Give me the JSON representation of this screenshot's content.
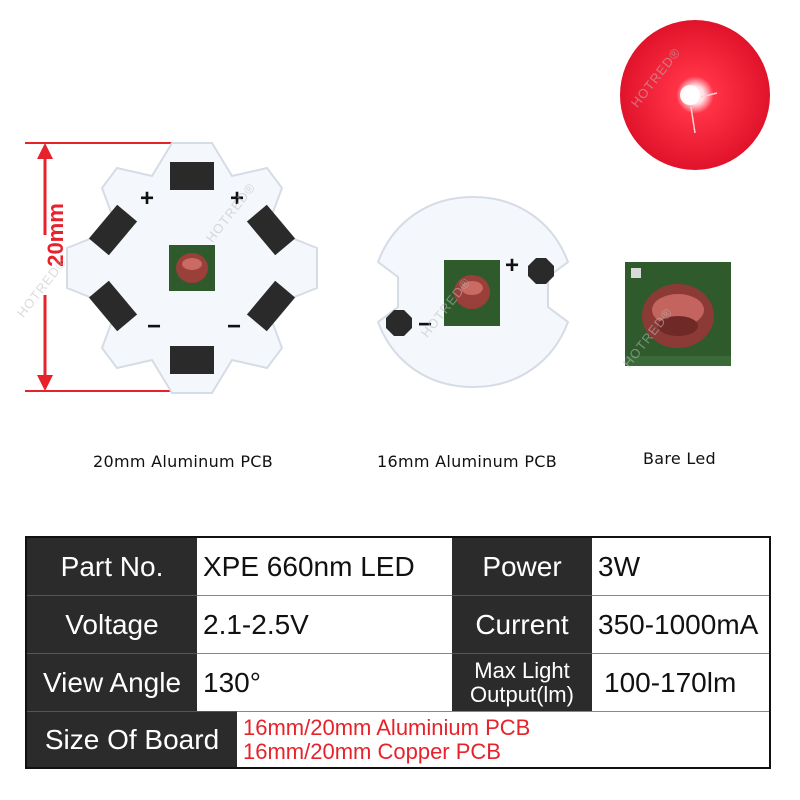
{
  "dimension_label": "20mm",
  "captions": {
    "pcb20": "20mm Aluminum PCB",
    "pcb16": "16mm Aluminum PCB",
    "bare": "Bare Led"
  },
  "pcb_marks": {
    "plus": "+",
    "minus": "−"
  },
  "watermark": "HOTRED®",
  "spec_table": {
    "part_no_label": "Part No.",
    "part_no_value": "XPE 660nm LED",
    "power_label": "Power",
    "power_value": "3W",
    "voltage_label": "Voltage",
    "voltage_value": "2.1-2.5V",
    "current_label": "Current",
    "current_value": "350-1000mA",
    "view_angle_label": "View Angle",
    "view_angle_value": "130°",
    "max_light_label_line1": "Max Light",
    "max_light_label_line2": "Output(lm)",
    "max_light_value": "100-170lm",
    "size_label": "Size Of Board",
    "size_value_line1": "16mm/20mm Aluminium PCB",
    "size_value_line2": "16mm/20mm Copper PCB"
  },
  "colors": {
    "accent_red": "#e8222b",
    "header_dark": "#2b2b2b",
    "pcb_white": "#f4f7fb",
    "pad_dark": "#2a2a2a",
    "led_green": "#2e5a2c",
    "led_dome": "#9b3f3a"
  },
  "icons": [
    "red-glowing-led-photo",
    "dimension-arrow"
  ]
}
